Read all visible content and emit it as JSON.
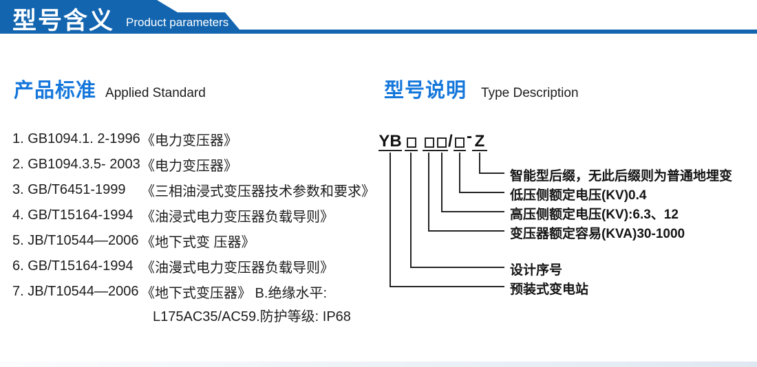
{
  "colors": {
    "header_blue": "#1365b0",
    "accent_blue": "#1577db",
    "text": "#1c1c1c",
    "line": "#222222"
  },
  "header": {
    "title": "型号含义",
    "subtitle": "Product parameters"
  },
  "standards": {
    "title": "产品标准",
    "subtitle": "Applied Standard",
    "items": [
      {
        "code": "1. GB1094.1. 2-1996",
        "name": "《电力变压器》"
      },
      {
        "code": "2. GB1094.3.5- 2003",
        "name": "《电力变压器》"
      },
      {
        "code": "3. GB/T6451-1999",
        "name": "《三相油浸式变压器技术参数和要求》"
      },
      {
        "code": "4. GB/T15164-1994",
        "name": "《油浸式电力变压器负载导则》"
      },
      {
        "code": "5. JB/T10544—2006",
        "name": "《地下式变 压器》"
      },
      {
        "code": "6. GB/T15164-1994",
        "name": "《油漫式电力变压器负载导则》"
      },
      {
        "code": "7. JB/T10544—2006",
        "name": "《地下式变压器》 B.绝缘水平:"
      }
    ],
    "continuation": "L175AC35/AC59.防护等级: IP68"
  },
  "model": {
    "title": "型号说明",
    "subtitle": "Type Description",
    "code": {
      "prefix": "YB",
      "slash": "/",
      "dash": "-",
      "suffix": "Z"
    },
    "labels": [
      "智能型后缀，无此后缀则为普通地埋变",
      "低压侧额定电压(KV)0.4",
      "高压侧额定电压(KV):6.3、12",
      "变压器额定容易(KVA)30-1000",
      "设计序号",
      "预装式变电站"
    ]
  }
}
